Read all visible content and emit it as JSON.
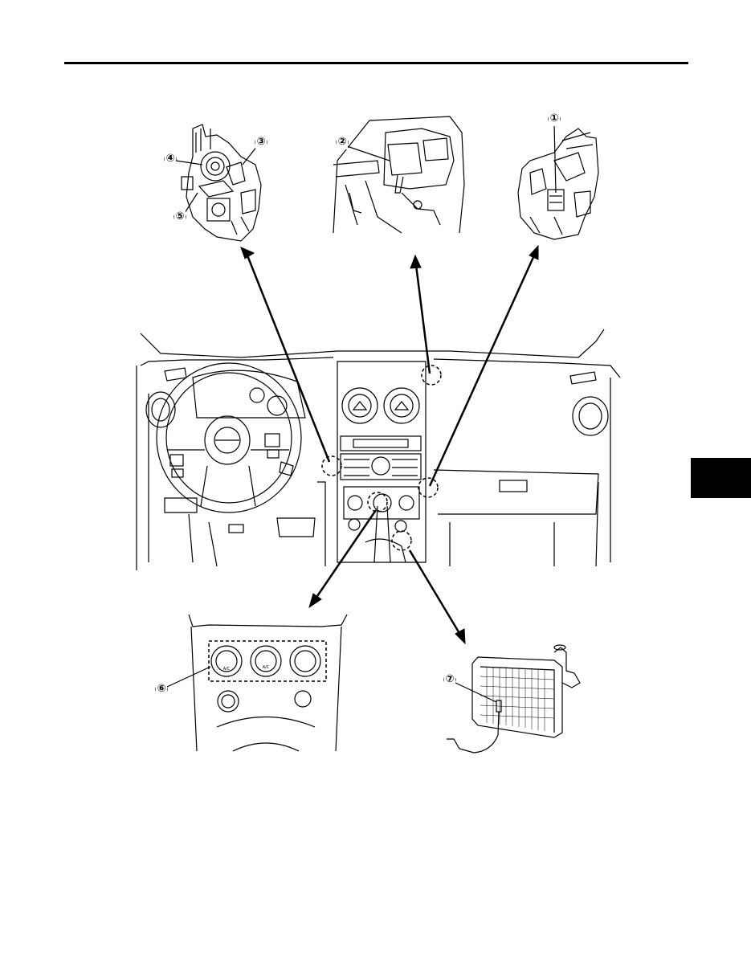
{
  "header": {
    "rule_color": "#000000"
  },
  "side_tab": {
    "color": "#000000"
  },
  "diagram": {
    "line_color": "#000000",
    "background": "#ffffff",
    "callouts": [
      {
        "id": "c1",
        "label": "①"
      },
      {
        "id": "c2",
        "label": "②"
      },
      {
        "id": "c3",
        "label": "③"
      },
      {
        "id": "c4",
        "label": "④"
      },
      {
        "id": "c5",
        "label": "⑤"
      },
      {
        "id": "c6",
        "label": "⑥"
      },
      {
        "id": "c7",
        "label": "⑦"
      }
    ],
    "panel_labels": {
      "ac_left": "A/C",
      "ac_mid": "A/C"
    }
  }
}
